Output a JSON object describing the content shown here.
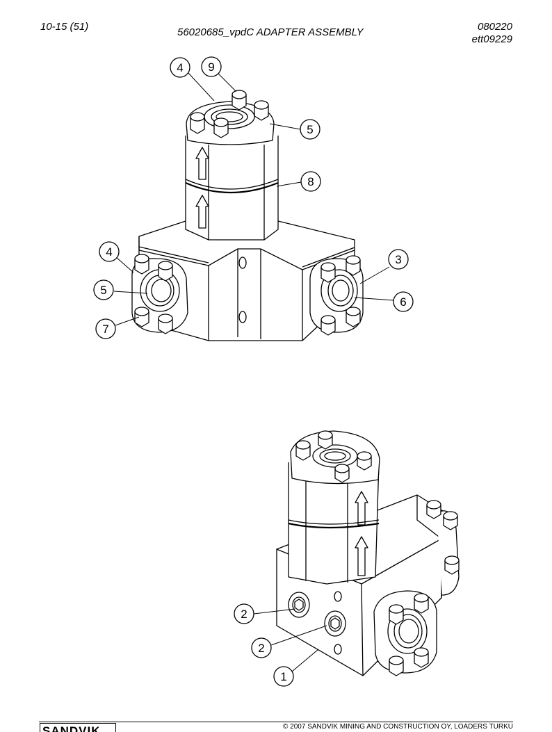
{
  "header": {
    "page_ref": "10-15 (51)",
    "title": "56020685_vpdC ADAPTER ASSEMBLY",
    "code_line1": "080220",
    "code_line2": "ett09229"
  },
  "callouts_top": [
    "4",
    "9",
    "5",
    "8",
    "4",
    "5",
    "7",
    "3",
    "6"
  ],
  "callouts_bottom": [
    "2",
    "2",
    "1"
  ],
  "footer": {
    "logo": "SANDVIK",
    "copyright": "© 2007 SANDVIK MINING AND CONSTRUCTION OY, LOADERS TURKU"
  }
}
